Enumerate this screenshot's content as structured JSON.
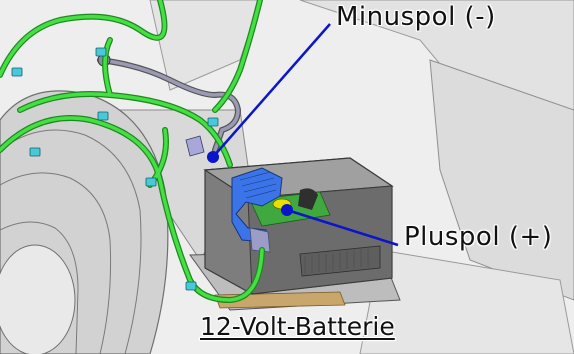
{
  "labels": {
    "negative_terminal": "Minuspol (-)",
    "positive_terminal": "Pluspol (+)",
    "battery": "12-Volt-Batterie"
  },
  "colors": {
    "callout": "#0a16c8",
    "harness": "#37d637",
    "terminal_cover": "#3b74e8",
    "positive_cap": "#e8e000"
  }
}
